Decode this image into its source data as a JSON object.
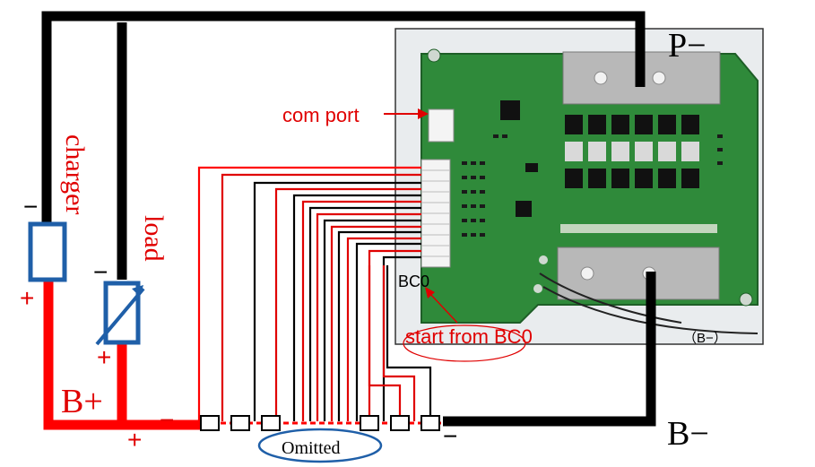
{
  "labels": {
    "p_minus": "P−",
    "b_minus": "B−",
    "b_plus": "B+",
    "com_port": "com port",
    "charger": "charger",
    "load": "load",
    "bc0": "BC0",
    "start_from_bc0": "start from BC0",
    "b_minus_paren": "（B−）",
    "omitted": "Omitted",
    "charger_minus": "−",
    "charger_plus": "+",
    "load_minus": "−",
    "load_plus": "+",
    "pack_minus": "−",
    "pack_plus": "+",
    "cell_minus": "−"
  },
  "colors": {
    "wire_red": "#ff0000",
    "wire_black": "#000000",
    "component_blue": "#1f5fa8",
    "board_green": "#2f8a3a",
    "plate_silver": "#b8b8b8",
    "text_red": "#e00000",
    "ellipse_blue": "#1f5fa8"
  }
}
